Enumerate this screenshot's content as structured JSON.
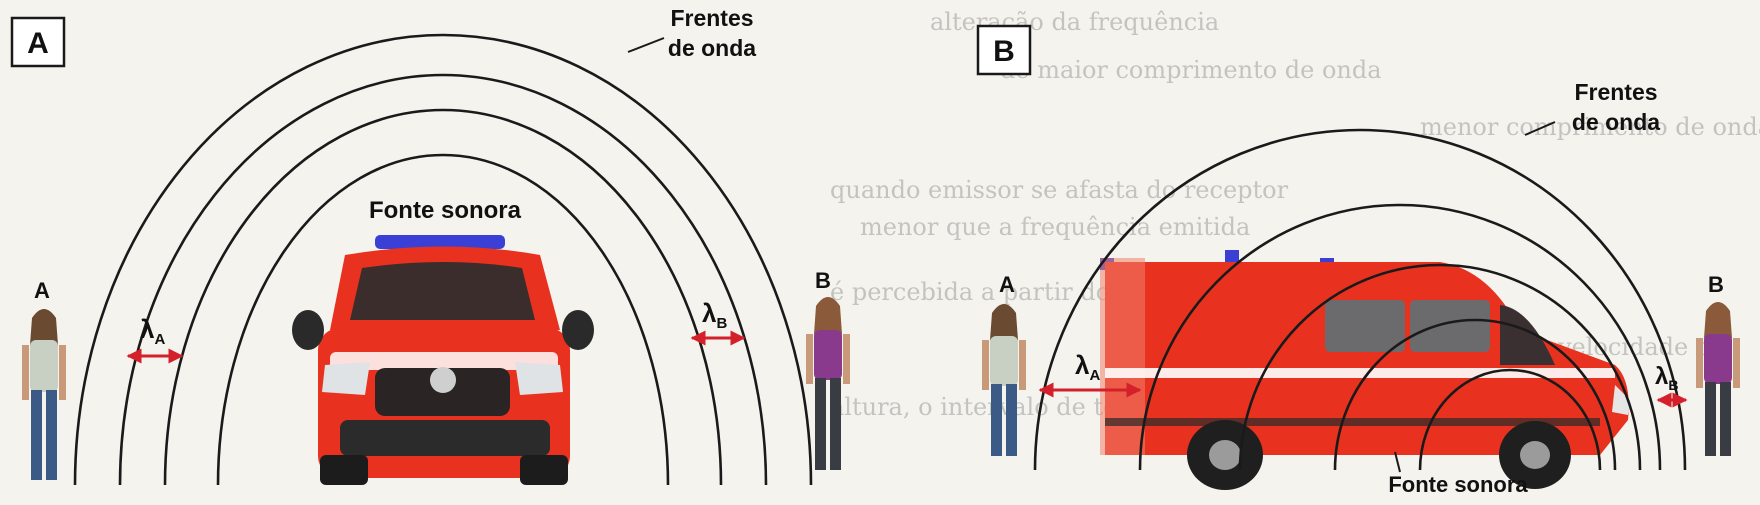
{
  "background_text": [
    "alteração da frequência",
    "de maior comprimento de onda",
    "menor comprimento de onda",
    "quando emissor se afasta do receptor",
    "menor que a frequência emitida",
    "é percebida a partir dos dados fornecidos",
    "de frequência maior, pois a velocidade do",
    "altura, o intervalo de tempo de"
  ],
  "panel_a": {
    "tag": "A",
    "source_label": "Fonte sonora",
    "wavefront_label_line1": "Frentes",
    "wavefront_label_line2": "de onda",
    "observer_a_label": "A",
    "observer_b_label": "B",
    "lambda_a": {
      "symbol": "λ",
      "subscript": "A"
    },
    "lambda_b": {
      "symbol": "λ",
      "subscript": "B"
    }
  },
  "panel_b": {
    "tag": "B",
    "source_label": "Fonte sonora",
    "wavefront_label_line1": "Frentes",
    "wavefront_label_line2": "de onda",
    "observer_a_label": "A",
    "observer_b_label": "B",
    "lambda_a": {
      "symbol": "λ",
      "subscript": "A"
    },
    "lambda_b": {
      "symbol": "λ",
      "subscript": "B"
    }
  },
  "colors": {
    "vehicle_red": "#e8321f",
    "arrow_red": "#d4202a",
    "siren_blue": "#3a3fd6",
    "wave_black": "#1a1a1a"
  }
}
